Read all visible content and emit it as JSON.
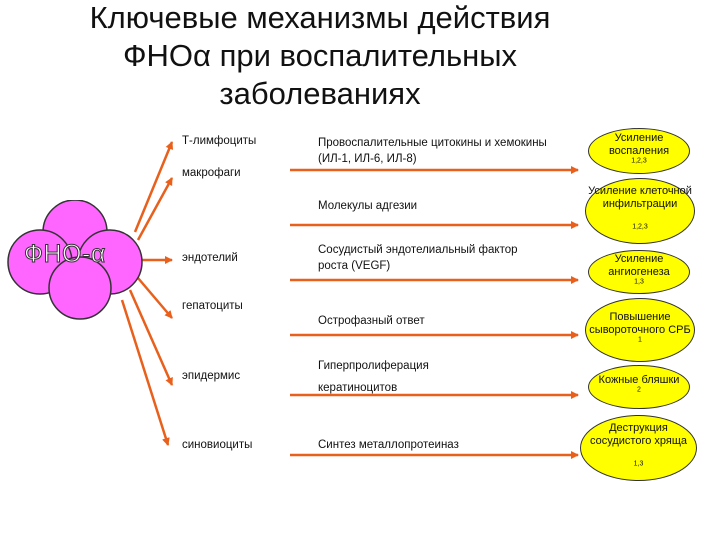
{
  "title": [
    "Ключевые механизмы действия",
    "ФНОα при воспалительных",
    "заболеваниях"
  ],
  "hub": {
    "label": "ФНО-α",
    "color": "#ff66ff"
  },
  "cells": [
    {
      "label": "Т-лимфоциты"
    },
    {
      "label": "макрофаги"
    },
    {
      "label": "эндотелий"
    },
    {
      "label": "гепатоциты"
    },
    {
      "label": "эпидермис"
    },
    {
      "label": "синовиоциты"
    }
  ],
  "mediators": [
    {
      "label": "Провоспалительные цитокины и хемокины (ИЛ-1, ИЛ-6, ИЛ-8)"
    },
    {
      "label": "Молекулы адгезии"
    },
    {
      "label": "Сосудистый эндотелиальный фактор роста (VEGF)"
    },
    {
      "label": "Острофазный ответ"
    },
    {
      "label": "Гиперпролиферация кератиноцитов"
    },
    {
      "label": "Синтез металлопротеиназ"
    }
  ],
  "effects": [
    {
      "text": "Усиление воспаления",
      "ref": "1,2,3"
    },
    {
      "text": "Усиление клеточной инфильтрации",
      "ref": "1,2,3"
    },
    {
      "text": "Усиление ангиогенеза",
      "ref": "1,3"
    },
    {
      "text": "Повышение сывороточного СРБ",
      "ref": "1"
    },
    {
      "text": "Кожные бляшки",
      "ref": "2"
    },
    {
      "text": "Деструкция сосудистого хряща",
      "ref": "1,3"
    }
  ],
  "colors": {
    "arrow": "#e8601c",
    "effect_fill": "#ffff00",
    "hub_fill": "#ff66ff"
  }
}
